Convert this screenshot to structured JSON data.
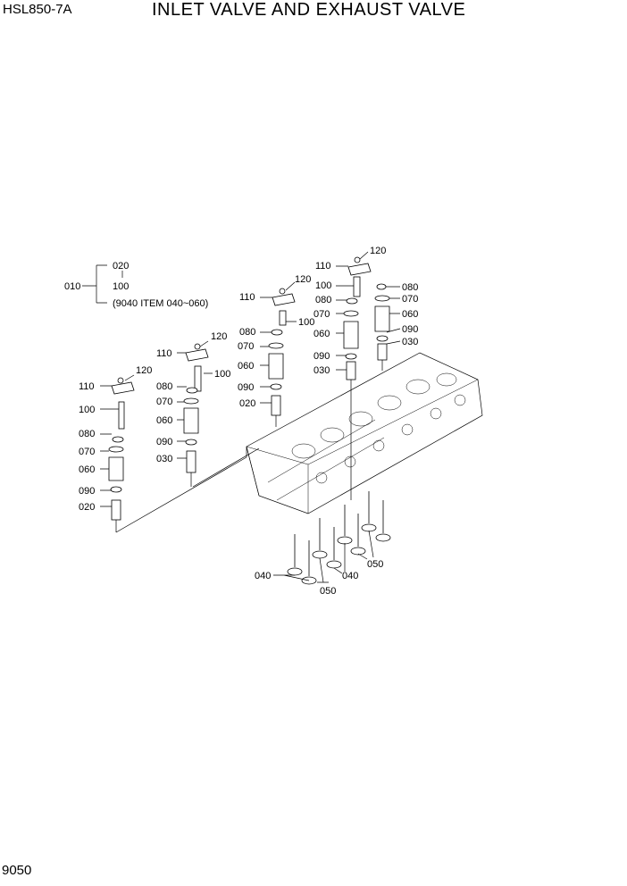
{
  "header": {
    "model": "HSL850-7A",
    "title": "INLET VALVE AND EXHAUST VALVE"
  },
  "footer": {
    "page_number": "9050"
  },
  "legend": {
    "assembly_no": "010",
    "item_020": "020",
    "item_100": "100",
    "note": "(9040 ITEM 040~060)"
  },
  "callouts": {
    "c1": {
      "p120": "120",
      "p110": "110",
      "p100": "100",
      "p080": "080",
      "p070": "070",
      "p060": "060",
      "p090": "090",
      "p020": "020"
    },
    "c2": {
      "p120": "120",
      "p110": "110",
      "p100": "100",
      "p080": "080",
      "p070": "070",
      "p060": "060",
      "p090": "090",
      "p030": "030"
    },
    "c3": {
      "p120": "120",
      "p110": "110",
      "p100": "100",
      "p080": "080",
      "p070": "070",
      "p060": "060",
      "p090": "090",
      "p020": "020"
    },
    "c4": {
      "p120": "120",
      "p110": "110",
      "p100": "100",
      "p080": "080",
      "p070": "070",
      "p060": "060",
      "p090": "090",
      "p030": "030"
    },
    "c5": {
      "p080": "080",
      "p070": "070",
      "p060": "060",
      "p090": "090",
      "p030": "030"
    },
    "valves": {
      "v040a": "040",
      "v050a": "050",
      "v040b": "040",
      "v050b": "050"
    }
  }
}
